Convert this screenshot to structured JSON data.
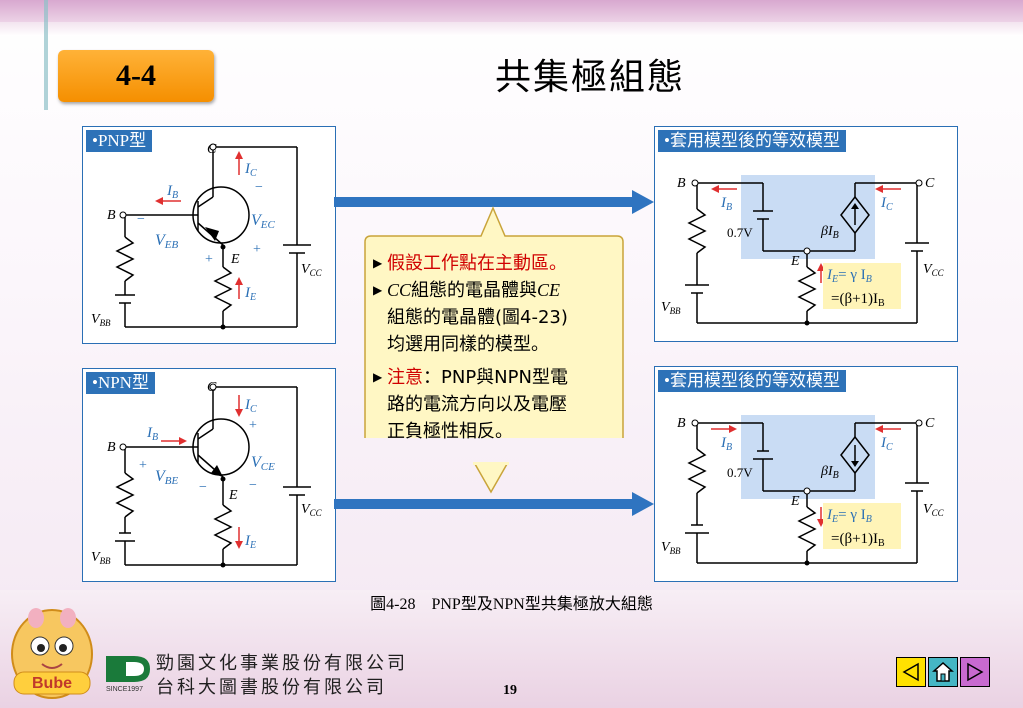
{
  "header": {
    "section": "4-4",
    "title": "共集極組態"
  },
  "panels": {
    "pnp_label": "•PNP型",
    "npn_label": "•NPN型",
    "eq_label_top": "•套用模型後的等效模型",
    "eq_label_bottom": "•套用模型後的等效模型"
  },
  "circuit": {
    "C": "C",
    "B": "B",
    "E": "E",
    "IC": "I",
    "IC_sub": "C",
    "IB": "I",
    "IB_sub": "B",
    "IE": "I",
    "IE_sub": "E",
    "VEB": "V",
    "VEB_sub": "EB",
    "VEC": "V",
    "VEC_sub": "EC",
    "VBE": "V",
    "VBE_sub": "BE",
    "VCE": "V",
    "VCE_sub": "CE",
    "VBB": "V",
    "VBB_sub": "BB",
    "VCC": "V",
    "VCC_sub": "CC",
    "v07": "0.7V",
    "beta_IB": "βI",
    "beta_sub": "B",
    "ie_eq1": "= γ I",
    "ie_eq2": "=(β+1)I",
    "plus": "+",
    "minus": "−"
  },
  "callout": {
    "line1": "假設工作點在主動區。",
    "line2a": "CC",
    "line2b": "組態的電晶體與",
    "line2c": "CE",
    "line3": "組態的電晶體(圖4-23)",
    "line4": "均選用同樣的模型。",
    "line5a": "注意",
    "line5b": "：PNP與NPN型電",
    "line6": "路的電流方向以及電壓",
    "line7": "正負極性相反。"
  },
  "caption": "圖4-28　PNP型及NPN型共集極放大組態",
  "footer": {
    "publisher_line1": "勁園文化事業股份有限公司",
    "publisher_line2": "台科大圖書股份有限公司",
    "since": "SINCE1997",
    "page_number": "19",
    "mascot_text": "Bube"
  },
  "colors": {
    "panel_border": "#2a6fb5",
    "arrow": "#2f74c0",
    "callout_fill": "#fff7c4",
    "current_arrow": "#e03030",
    "shade": "#c9dcf4"
  }
}
